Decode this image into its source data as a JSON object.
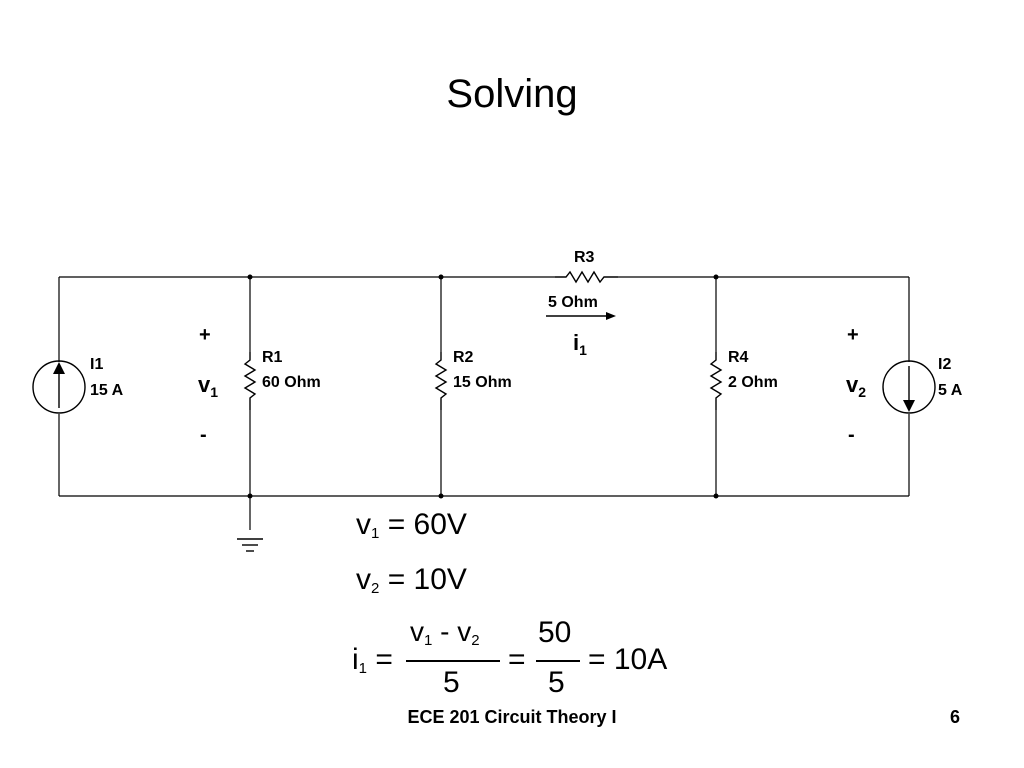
{
  "slide": {
    "title": "Solving",
    "footer": "ECE 201 Circuit Theory I",
    "page_number": "6"
  },
  "circuit": {
    "components": {
      "I1": {
        "name": "I1",
        "value": "15 A"
      },
      "R1": {
        "name": "R1",
        "value": "60 Ohm"
      },
      "R2": {
        "name": "R2",
        "value": "15 Ohm"
      },
      "R3": {
        "name": "R3",
        "value": "5 Ohm"
      },
      "R4": {
        "name": "R4",
        "value": "2 Ohm"
      },
      "I2": {
        "name": "I2",
        "value": "5 A"
      }
    },
    "node_voltages": {
      "v1": {
        "symbol": "v",
        "sub": "1",
        "plus": "+",
        "minus": "-"
      },
      "v2": {
        "symbol": "v",
        "sub": "2",
        "plus": "+",
        "minus": "-"
      }
    },
    "branch_current": {
      "symbol": "i",
      "sub": "1"
    }
  },
  "equations": {
    "eq1": {
      "lhs": "v",
      "sub": "1",
      "rhs": "= 60V"
    },
    "eq2": {
      "lhs": "v",
      "sub": "2",
      "rhs": "= 10V"
    },
    "eq3": {
      "lhs": "i",
      "sub": "1",
      "eq": "=",
      "num1_a": "v",
      "num1_a_sub": "1",
      "num1_op": " - ",
      "num1_b": "v",
      "num1_b_sub": "2",
      "den1": "5",
      "eq2": "=",
      "num2": "50",
      "den2": "5",
      "result": "= 10A"
    }
  }
}
